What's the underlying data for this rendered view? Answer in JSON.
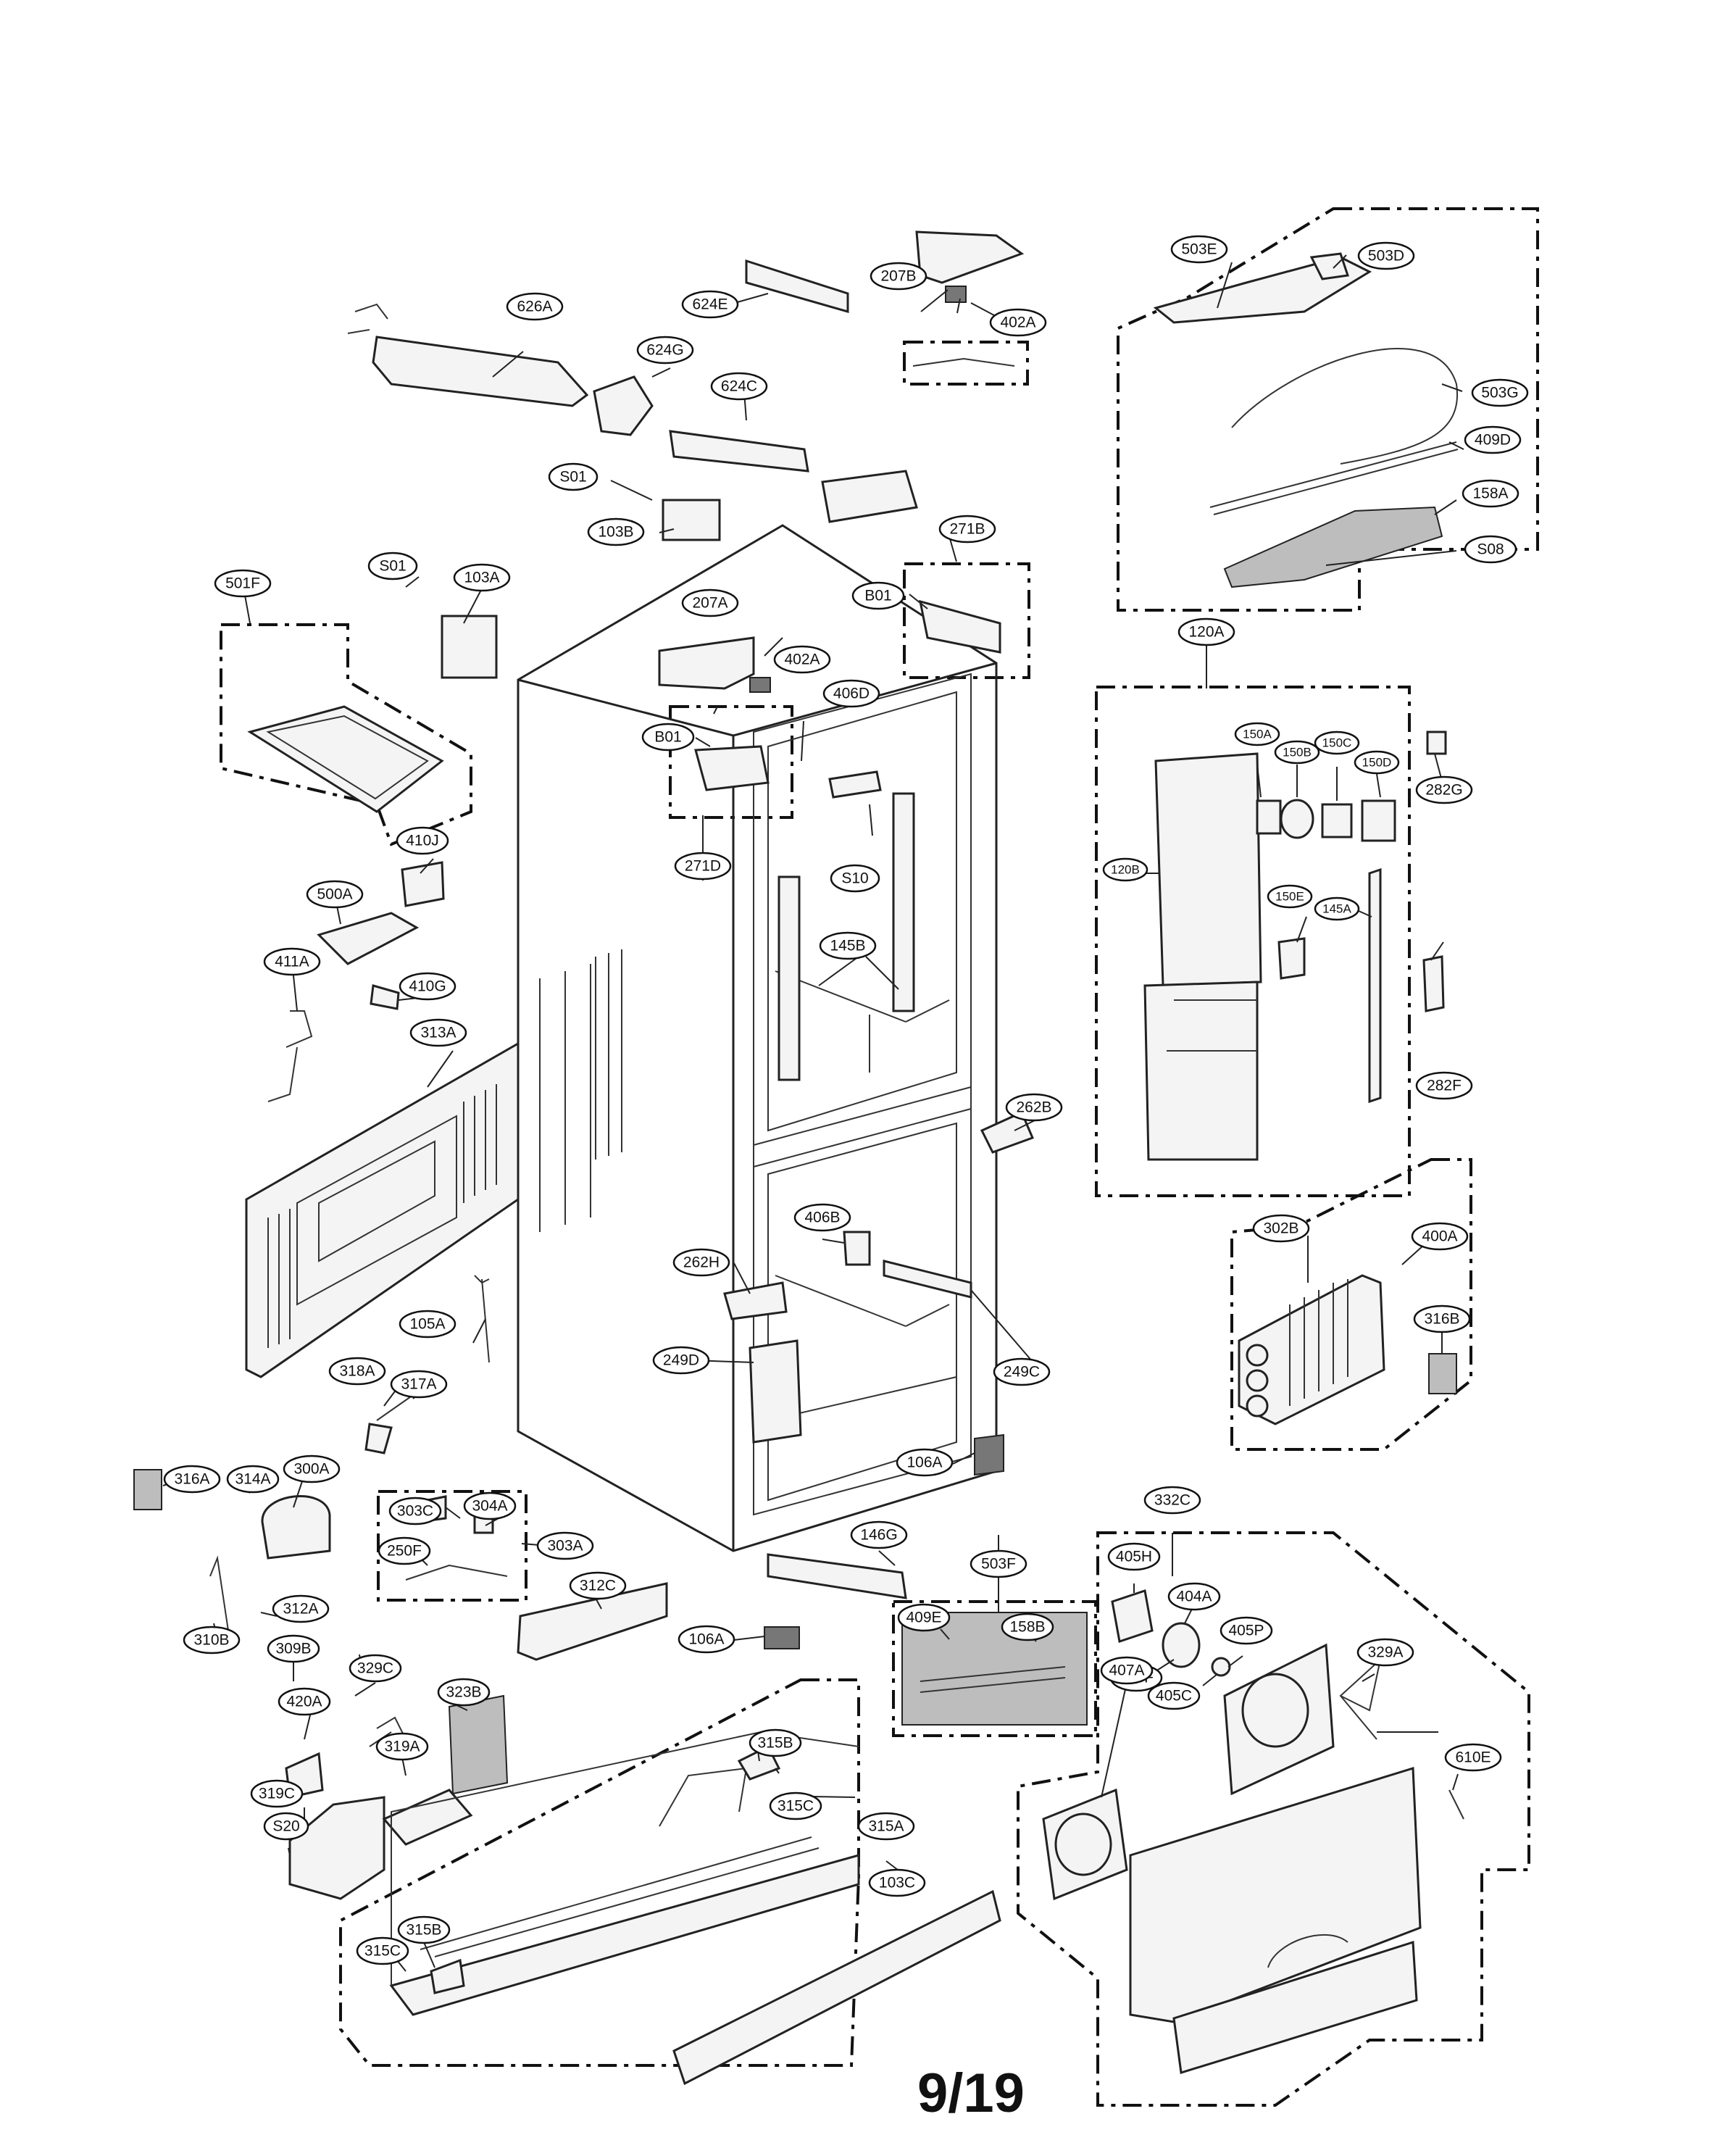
{
  "page_number": "9/19",
  "callouts": {
    "c626A": "626A",
    "c624E": "624E",
    "c624G": "624G",
    "c624C": "624C",
    "c207B_top": "207B",
    "c402A_top": "402A",
    "c503E": "503E",
    "c503D": "503D",
    "c503G": "503G",
    "c409D": "409D",
    "c158A": "158A",
    "c508": "S08",
    "cS01_a": "S01",
    "c103B": "103B",
    "c271B": "271B",
    "cB01_a": "B01",
    "c501F": "501F",
    "cS01_b": "S01",
    "c103A": "103A",
    "c207A": "207A",
    "c402A_mid": "402A",
    "c406D": "406D",
    "cB01_b": "B01",
    "c271D": "271D",
    "cS10": "S10",
    "c120A": "120A",
    "c150A": "150A",
    "c150B": "150B",
    "c150C": "150C",
    "c150D": "150D",
    "c120B": "120B",
    "c150E": "150E",
    "c145A": "145A",
    "c282G": "282G",
    "c282F": "282F",
    "c410J": "410J",
    "c500A": "500A",
    "c411A": "411A",
    "c410G": "410G",
    "c313A": "313A",
    "c145B": "145B",
    "c262B": "262B",
    "c406B": "406B",
    "c262H": "262H",
    "c105A": "105A",
    "c249D": "249D",
    "c249C": "249C",
    "c302B": "302B",
    "c400A": "400A",
    "c316B": "316B",
    "c318A": "318A",
    "c317A": "317A",
    "c106A_a": "106A",
    "c316A": "316A",
    "c314A": "314A",
    "c300A": "300A",
    "c312A": "312A",
    "c310B": "310B",
    "c303C": "303C",
    "c304A": "304A",
    "c250F": "250F",
    "c303A": "303A",
    "c312C": "312C",
    "c146G": "146G",
    "c503F": "503F",
    "c409E": "409E",
    "c158B": "158B",
    "c106A_b": "106A",
    "c332C": "332C",
    "c405H": "405H",
    "c404A": "404A",
    "c405F": "405F",
    "c405P": "405P",
    "c405C": "405C",
    "c329A": "329A",
    "c407A": "407A",
    "c610E": "610E",
    "c309B": "309B",
    "c329C": "329C",
    "c420A": "420A",
    "c323B": "323B",
    "c319A": "319A",
    "c319C": "319C",
    "cS20": "S20",
    "c315B_a": "315B",
    "c315C_a": "315C",
    "c315A": "315A",
    "c103C": "103C",
    "c315B_b": "315B",
    "c315C_b": "315C"
  }
}
